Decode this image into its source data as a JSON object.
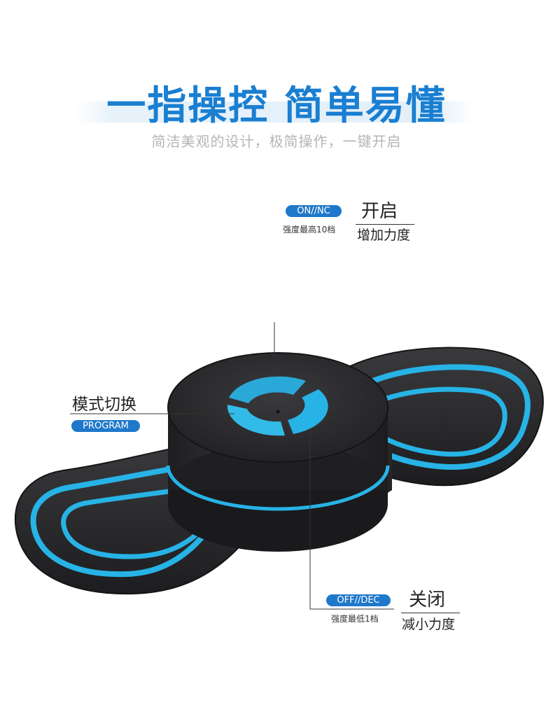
{
  "heading": {
    "title": "一指操控 简单易懂",
    "subtitle": "简洁美观的设计，极简操作，一键开启"
  },
  "callouts": {
    "on": {
      "pill": "ON//NC",
      "note": "强度最高10档",
      "main": "开启",
      "sub": "增加力度"
    },
    "program": {
      "main": "模式切换",
      "pill": "PROGRAM"
    },
    "off": {
      "pill": "OFF//DEC",
      "note": "强度最低1档",
      "main": "关闭",
      "sub": "减小力度"
    }
  },
  "colors": {
    "brand_blue": "#1a7fd1",
    "pill_blue": "#1f78c9",
    "device_body": "#2b2b2d",
    "accent_cyan": "#27b3e6"
  }
}
